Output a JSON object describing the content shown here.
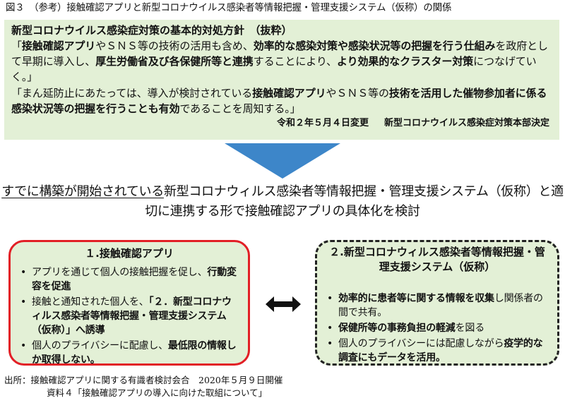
{
  "title": "図３　（参考）接触確認アプリと新型コロナウイルス感染者等情報把握・管理支援システム（仮称）の関係",
  "policy": {
    "heading": "新型コロナウイルス感染症対策の基本的対処方針　（抜粋）",
    "p1": [
      {
        "t": "「",
        "b": false
      },
      {
        "t": "接触確認アプリ",
        "b": true
      },
      {
        "t": "やＳＮＳ等の技術の活用も含め、",
        "b": false
      },
      {
        "t": "効率的な感染対策や感染状況等の把握を行う仕組み",
        "b": true
      },
      {
        "t": "を政府として早期に導入し、",
        "b": false
      },
      {
        "t": "厚生労働省及び各保健所等と連携",
        "b": true
      },
      {
        "t": "することにより、",
        "b": false
      },
      {
        "t": "より効果的なクラスター対策",
        "b": true
      },
      {
        "t": "につなげていく。」",
        "b": false
      }
    ],
    "p2": [
      {
        "t": "「まん延防止にあたっては、導入が検討されている",
        "b": false
      },
      {
        "t": "接触確認アプリ",
        "b": true
      },
      {
        "t": "やＳＮＳ等の",
        "b": false
      },
      {
        "t": "技術を活用した催物参加者に係る感染状況等の把握を行うことも有効",
        "b": true
      },
      {
        "t": "であることを周知する。」",
        "b": false
      }
    ],
    "source_date": "令和２年５月４日変更",
    "source_org": "新型コロナウイルス感染症対策本部決定"
  },
  "summary": {
    "underlined": "すでに構築が開始されている",
    "rest": "新型コロナウィルス感染者等情報把握・管理支援システム（仮称）と適切に連携する形で接触確認アプリの具体化を検討"
  },
  "box1": {
    "title": "１.接触確認アプリ",
    "items": [
      [
        {
          "t": "アプリを通じて個人の接触把握を促し、",
          "b": false
        },
        {
          "t": "行動変容を促進",
          "b": true
        }
      ],
      [
        {
          "t": "接触と通知された個人を、",
          "b": false
        },
        {
          "t": "「２．新型コロナウィルス感染者等情報把握・管理支援システム（仮称）」へ誘導",
          "b": true
        }
      ],
      [
        {
          "t": "個人のプライバシーに配慮し、",
          "b": false
        },
        {
          "t": "最低限の情報しか取得しない。",
          "b": true
        }
      ]
    ]
  },
  "box2": {
    "title": "２.新型コロナウィルス感染者等情報把握・管理支援システム（仮称）",
    "items": [
      [
        {
          "t": "効率的に患者等に関する情報を収集",
          "b": true
        },
        {
          "t": "し関係者の間で共有。",
          "b": false
        }
      ],
      [
        {
          "t": "保健所等の事務負担の軽減",
          "b": true
        },
        {
          "t": "を図る",
          "b": false
        }
      ],
      [
        {
          "t": "個人のプライバシーには配慮しながら",
          "b": false
        },
        {
          "t": "疫学的な調査にもデータを活用。",
          "b": true
        }
      ]
    ]
  },
  "bullet": "•",
  "footer": {
    "line1": "出所：接触確認アプリに関する有識者検討会合　2020年５月９日開催",
    "line2": "資料４「接触確認アプリの導入に向けた取組について」"
  },
  "colors": {
    "panel_bg": "#e3f0d6",
    "arrow_blue": "#3d86c9",
    "box1_border": "#e21f26",
    "box2_border": "#222222"
  }
}
